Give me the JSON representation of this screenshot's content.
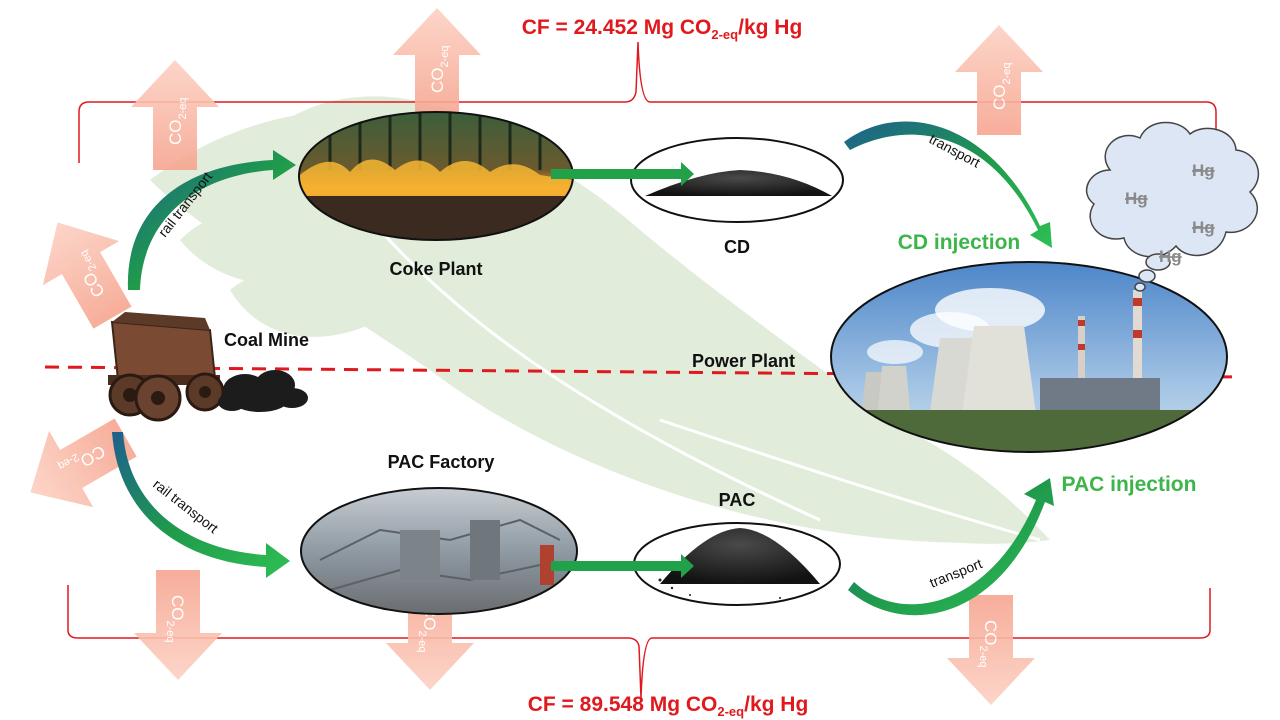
{
  "colors": {
    "cf_text": "#e0191e",
    "bracket": "#e0191e",
    "injection_text": "#3db54a",
    "co2_arrow": "#f9b8a4",
    "flow_arrow": "#21a24a",
    "leaf": "#d8e6cf",
    "divider": "#e0191e"
  },
  "cf_top": {
    "prefix": "CF = 24.452 Mg CO",
    "sub": "2-eq",
    "suffix": "/kg Hg"
  },
  "cf_bottom": {
    "prefix": "CF = 89.548 Mg CO",
    "sub": "2-eq",
    "suffix": "/kg Hg"
  },
  "nodes": {
    "coal_mine": "Coal Mine",
    "coke_plant": "Coke Plant",
    "cd": "CD",
    "power_plant": "Power Plant",
    "pac_factory": "PAC Factory",
    "pac": "PAC"
  },
  "injections": {
    "cd": "CD injection",
    "pac": "PAC injection"
  },
  "transport": {
    "rail_top": "rail transport",
    "rail_bottom": "rail transport",
    "cd": "transport",
    "pac": "transport"
  },
  "emission": {
    "main": "CO",
    "sub": "2-eq"
  },
  "hg_label": "Hg",
  "icons": [
    "co2-emission-arrow-icon",
    "flow-arrow-icon",
    "mine-cart-icon",
    "thought-cloud-icon",
    "leaf-background-icon"
  ]
}
